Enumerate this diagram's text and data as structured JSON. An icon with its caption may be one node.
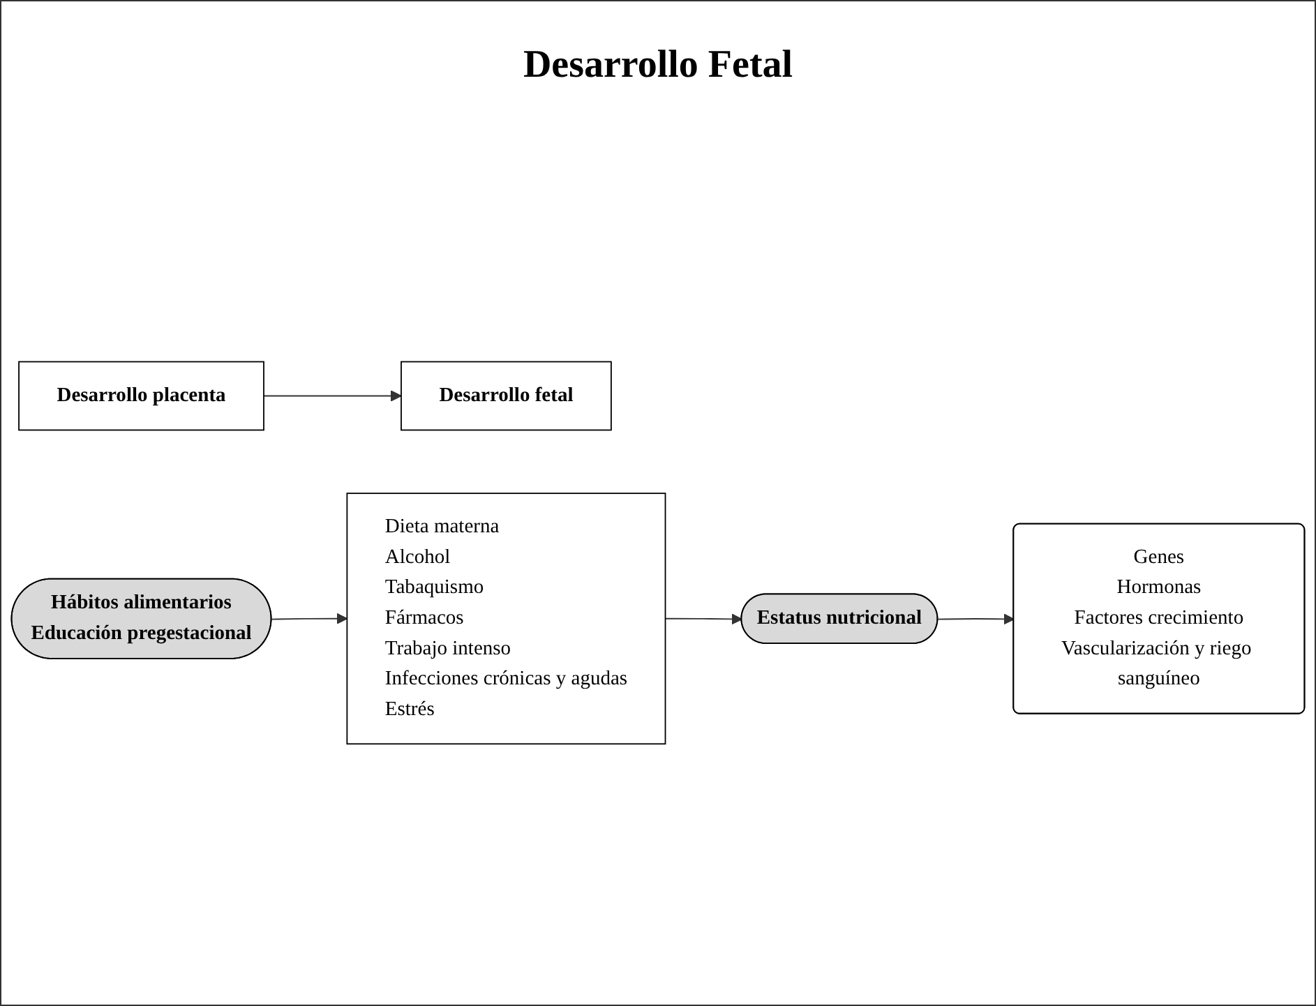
{
  "diagram": {
    "title": "Desarrollo Fetal",
    "nodes": [
      {
        "text": [
          "Estatus nutricional"
        ]
      },
      {
        "text": [
          "Genes",
          "Hormonas",
          "Factores crecimiento",
          "Vascularización y riego sanguíneo"
        ]
      },
      {
        "text": [
          "Desarrollo placenta"
        ]
      },
      {
        "text": [
          "Desarrollo fetal"
        ]
      },
      {
        "text": [
          "Dieta materna",
          "Alcohol",
          "Tabaquismo",
          "Fármacos",
          "Trabajo intenso",
          "Infecciones crónicas y agudas",
          "Estrés"
        ]
      },
      {
        "text": [
          "Hábitos alimentarios",
          "Educación pregestacional"
        ]
      }
    ],
    "edges": [
      {
        "from": 0,
        "to": 1,
        "arrow": "to"
      },
      {
        "from": 2,
        "to": 3,
        "arrow": "to"
      },
      {
        "from": 4,
        "to": 0,
        "arrow": "to"
      },
      {
        "from": 5,
        "to": 4,
        "arrow": "to"
      }
    ]
  }
}
